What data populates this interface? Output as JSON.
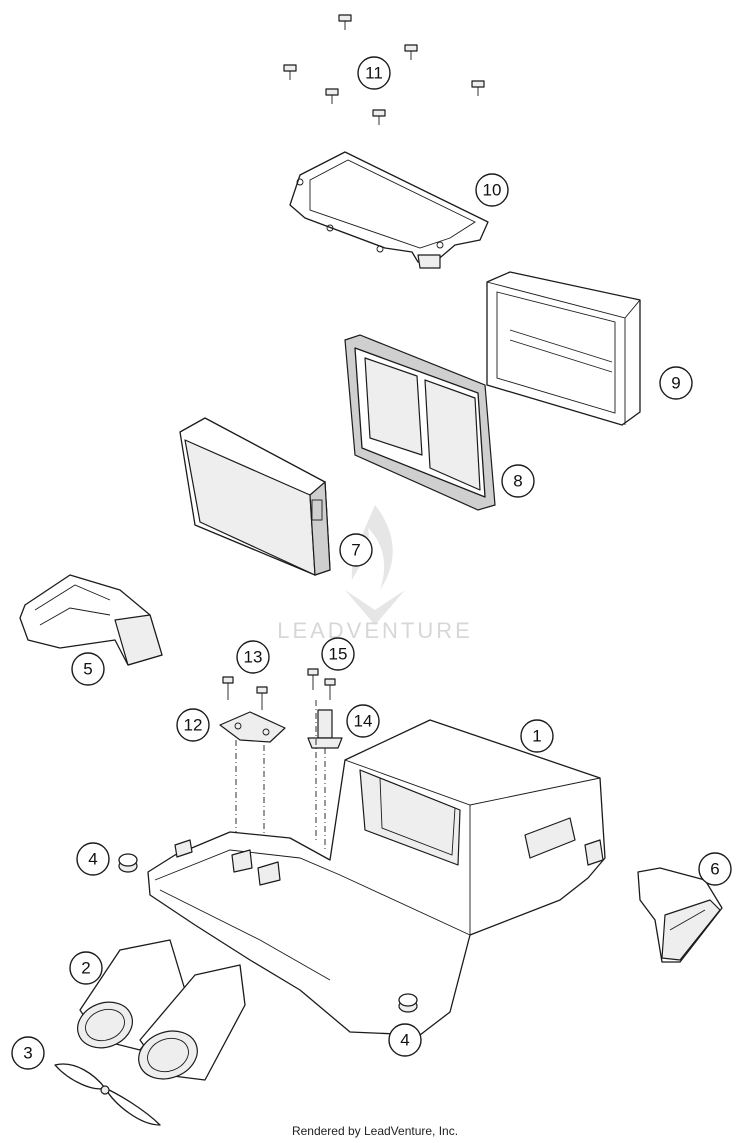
{
  "watermark": {
    "text": "LEADVENTURE"
  },
  "footer": {
    "text": "Rendered by LeadVenture, Inc."
  },
  "callouts": [
    "1",
    "2",
    "3",
    "4",
    "4",
    "5",
    "6",
    "7",
    "8",
    "9",
    "10",
    "11",
    "12",
    "13",
    "14",
    "15"
  ]
}
